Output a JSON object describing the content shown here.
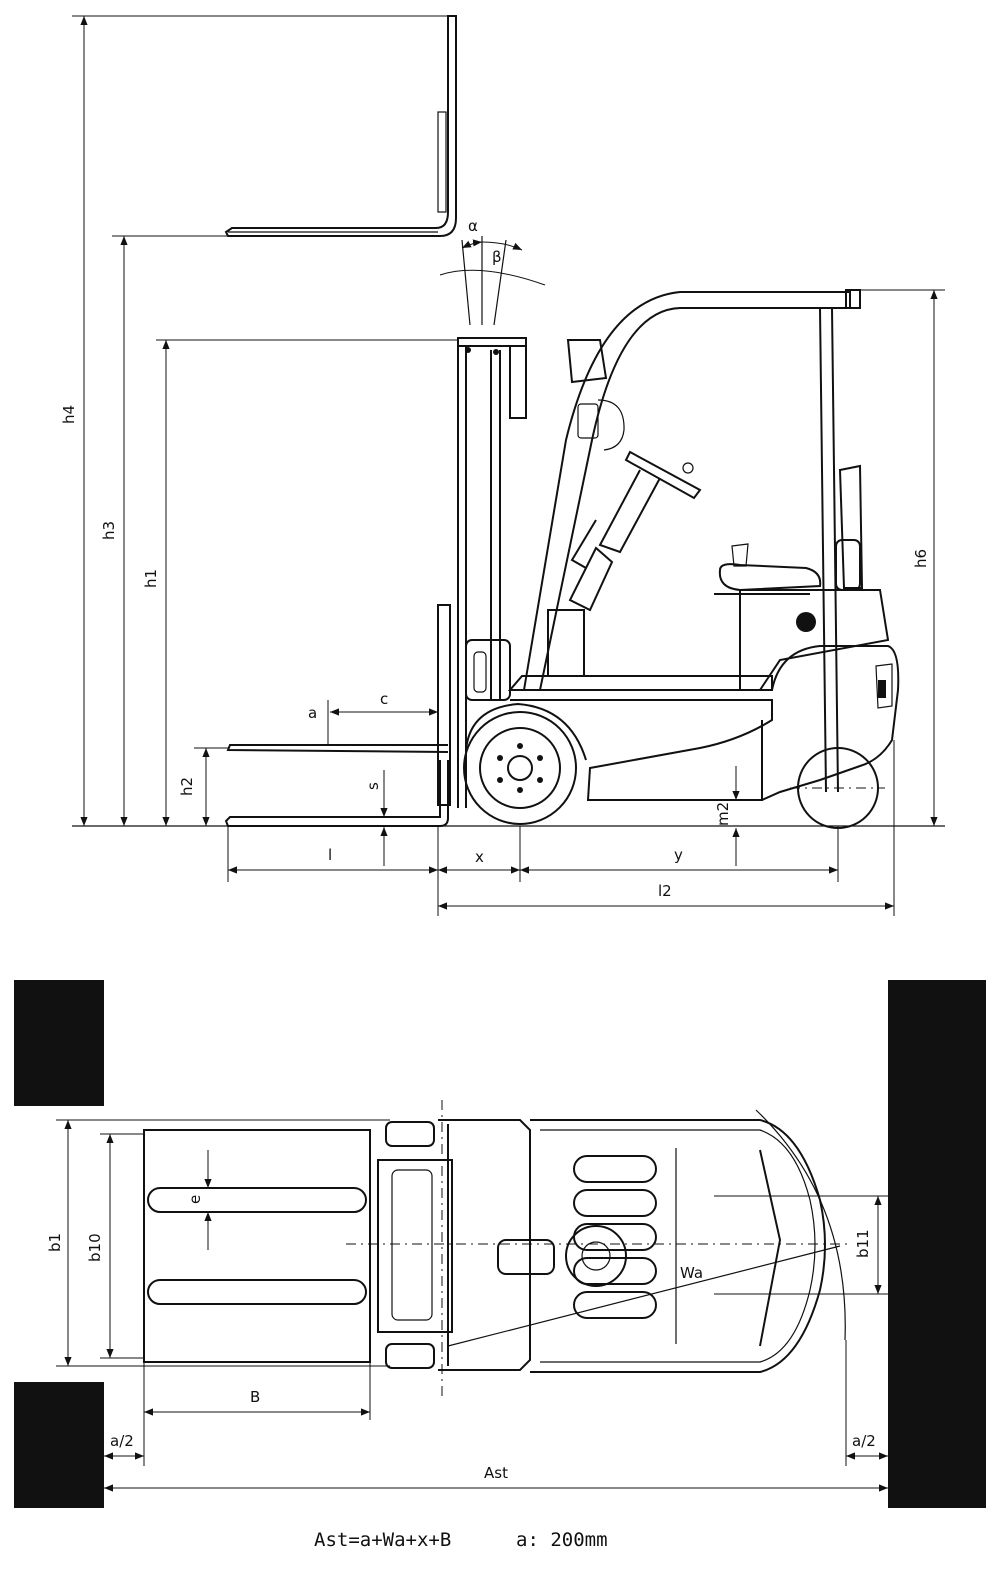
{
  "side_view": {
    "labels": {
      "h4": "h4",
      "h3": "h3",
      "h1": "h1",
      "h2": "h2",
      "h6": "h6",
      "alpha": "α",
      "beta": "β",
      "a": "a",
      "c": "c",
      "s": "s",
      "m2": "m2",
      "l": "l",
      "x": "x",
      "y": "y",
      "l2": "l2"
    }
  },
  "top_view": {
    "labels": {
      "b1": "b1",
      "b10": "b10",
      "b11": "b11",
      "e": "e",
      "wa": "Wa",
      "B": "B",
      "a_half_left": "a/2",
      "a_half_right": "a/2",
      "ast": "Ast"
    }
  },
  "formula": {
    "equation": "Ast=a+Wa+x+B",
    "a_value": "a: 200mm"
  }
}
